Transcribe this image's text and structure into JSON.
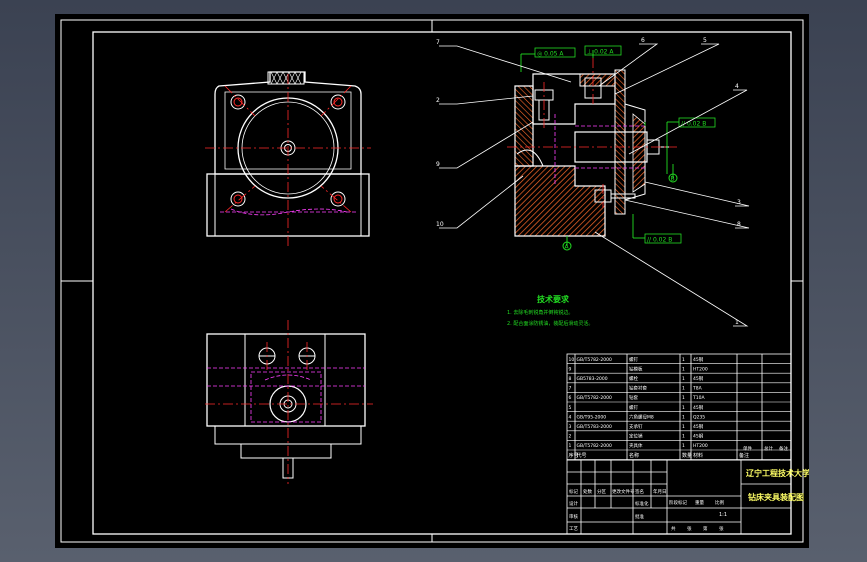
{
  "app": {
    "title": "cad-drawing-view",
    "colors": {
      "background": "#000000",
      "line": "#ffffff",
      "center": "#ff2a2a",
      "hidden": "#ff40ff",
      "dimension": "#22dd22",
      "hatch": "#ff6a2a",
      "leader": "#ffffff",
      "title_accent": "#ffff66"
    }
  },
  "section_view": {
    "part_callouts": [
      "7",
      "2",
      "9",
      "10",
      "6",
      "5",
      "4",
      "3",
      "8",
      "1"
    ],
    "tolerance_frames": [
      "◎ 0.05 A",
      "⊥ 0.02 A",
      "// 0.02 B",
      "// 0.02 B"
    ],
    "datums": [
      "B",
      "A"
    ]
  },
  "technical_requirements": {
    "title": "技术要求",
    "items": [
      "1. 去除毛刺锐角并倒钝锐边。",
      "2. 配合面涂防锈油，装配后滑动灵活。"
    ]
  },
  "parts_list": {
    "rows": [
      [
        "10",
        "GB/T5782-2000",
        "螺钉",
        "1",
        "45钢",
        ""
      ],
      [
        "9",
        "",
        "钻模板",
        "1",
        "HT200",
        ""
      ],
      [
        "8",
        "GB5783-2000",
        "螺栓",
        "1",
        "45钢",
        ""
      ],
      [
        "7",
        "",
        "钻套衬套",
        "1",
        "T8A",
        ""
      ],
      [
        "6",
        "GB/T5782-2000",
        "钻套",
        "1",
        "T10A",
        ""
      ],
      [
        "5",
        "",
        "螺钉",
        "1",
        "45钢",
        ""
      ],
      [
        "4",
        "GB/T95-2000",
        "六角螺母M8",
        "1",
        "Q235",
        ""
      ],
      [
        "3",
        "GB/T5783-2000",
        "支承钉",
        "1",
        "45钢",
        ""
      ],
      [
        "2",
        "",
        "定位销",
        "1",
        "45钢",
        ""
      ],
      [
        "1",
        "GB/T5782-2000",
        "夹具体",
        "1",
        "HT200",
        ""
      ]
    ],
    "header": [
      "序号",
      "代号",
      "名称",
      "数量",
      "材料",
      "备注"
    ],
    "weight_labels": [
      "单件",
      "总计",
      "备注"
    ]
  },
  "title_block": {
    "company": "辽宁工程技术大学",
    "drawing_name": "钻床夹具装配图",
    "scale": "1:1",
    "labels": [
      "标记",
      "处数",
      "分区",
      "更改文件号",
      "签名",
      "年月日"
    ],
    "row_labels": [
      "设计",
      "审核",
      "工艺",
      "标准化",
      "批准"
    ],
    "stage_labels": [
      "阶段标记",
      "重量",
      "比例"
    ],
    "sheet_labels": [
      "共",
      "张",
      "第",
      "张"
    ]
  }
}
